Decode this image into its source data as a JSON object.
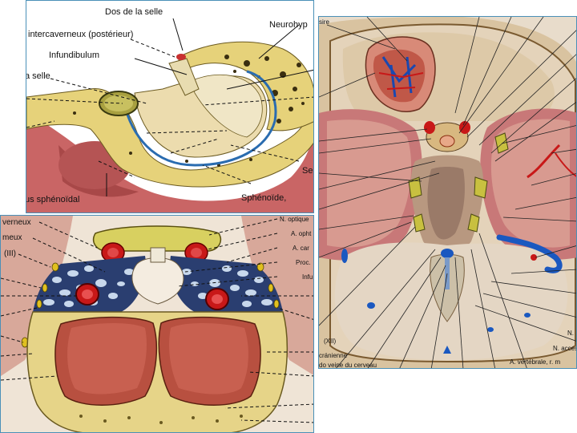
{
  "panels": {
    "sagittal": {
      "labels": {
        "dos_selle": "Dos de la selle",
        "neurohyp": "Neurohyp",
        "intercaverneux": "intercaverneux (postérieur)",
        "infundibulum": "Infundibulum",
        "a_selle": "a selle",
        "se": "Se",
        "sphenoidal": "us sphénoïdal",
        "sphenoide": "Sphénoïde,"
      }
    },
    "coronal": {
      "labels": {
        "verneux": "verneux",
        "meux": "meux",
        "iii": "(III)",
        "n_optique": "N. optique",
        "a_opht": "A. opht",
        "a_car": "A. car",
        "proc": "Proc.",
        "infu": "Infu"
      }
    },
    "cranial_base": {
      "labels": {
        "sire": "sire",
        "n": "N.",
        "n_acces": "N. acces",
        "xii": "(XII)",
        "cranienne": "cránienne",
        "veine_cerveau": "do veine du cerveau",
        "a_vertebrale": "A. vertébrale, r. m"
      }
    }
  },
  "colors": {
    "frame_border": "#4a90b8",
    "bone_yellow": "#e8d77a",
    "flesh_red": "#b8404a",
    "vein_blue": "#2a6cb0"
  }
}
